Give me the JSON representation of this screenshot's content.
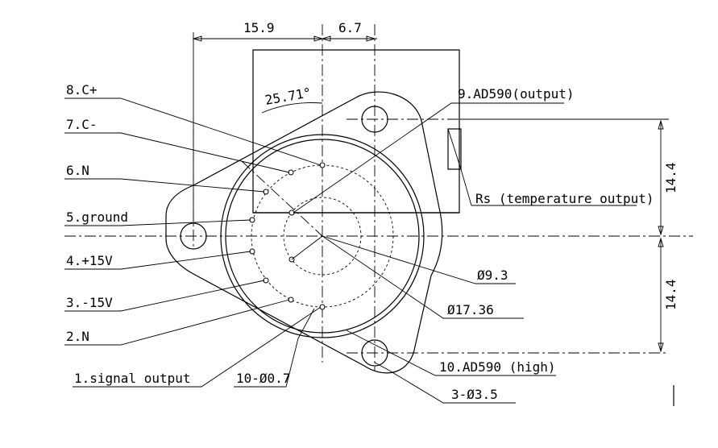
{
  "labels": {
    "c_plus": "8.C+",
    "c_minus": "7.C-",
    "n6": "6.N",
    "ground": "5.ground",
    "plus15": "4.+15V",
    "minus15": "3.-15V",
    "n2": "2.N",
    "signal": "1.signal output",
    "ad590_out": "9.AD590(output)",
    "rs": "Rs (temperature output)",
    "ad590_high": "10.AD590 (high)"
  },
  "dimensions": {
    "width_left": "15.9",
    "width_right": "6.7",
    "angle": "25.71°",
    "height_top": "14.4",
    "height_bottom": "14.4",
    "dia_inner": "Ø9.3",
    "dia_outer": "Ø17.36",
    "pin_dia": "10-Ø0.7",
    "hole_dia": "3-Ø3.5"
  }
}
